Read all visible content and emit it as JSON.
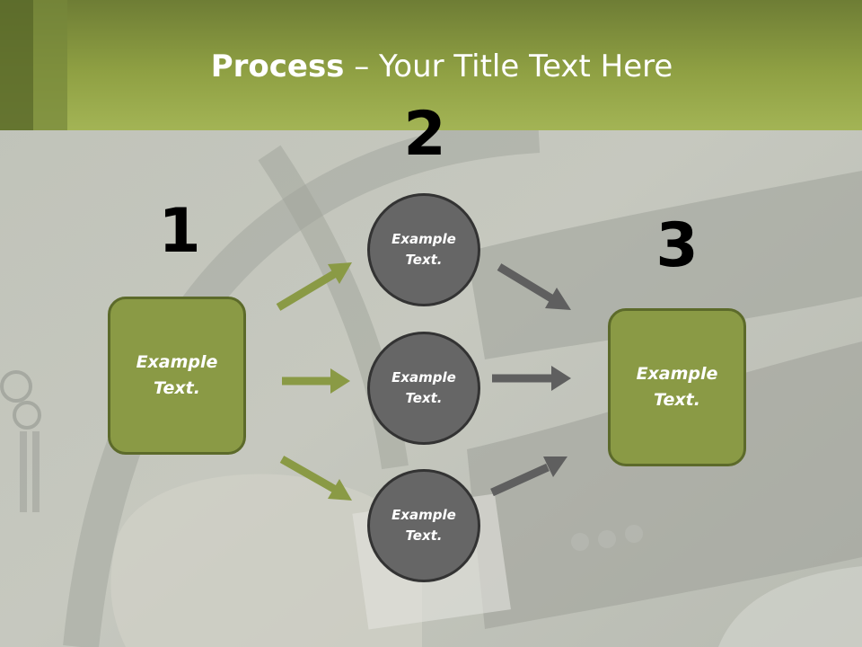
{
  "title": {
    "bold": "Process",
    "rest": " – Your Title Text Here"
  },
  "steps": [
    "1",
    "2",
    "3"
  ],
  "left_box": {
    "label": "Example\nText."
  },
  "right_box": {
    "label": "Example\nText."
  },
  "circles": [
    {
      "label": "Example\nText."
    },
    {
      "label": "Example\nText."
    },
    {
      "label": "Example\nText."
    }
  ],
  "colors": {
    "accent_green": "#8a9a45",
    "circle_gray": "#666666",
    "arrow_green": "#8a9a45",
    "arrow_gray": "#5f5f5f"
  }
}
